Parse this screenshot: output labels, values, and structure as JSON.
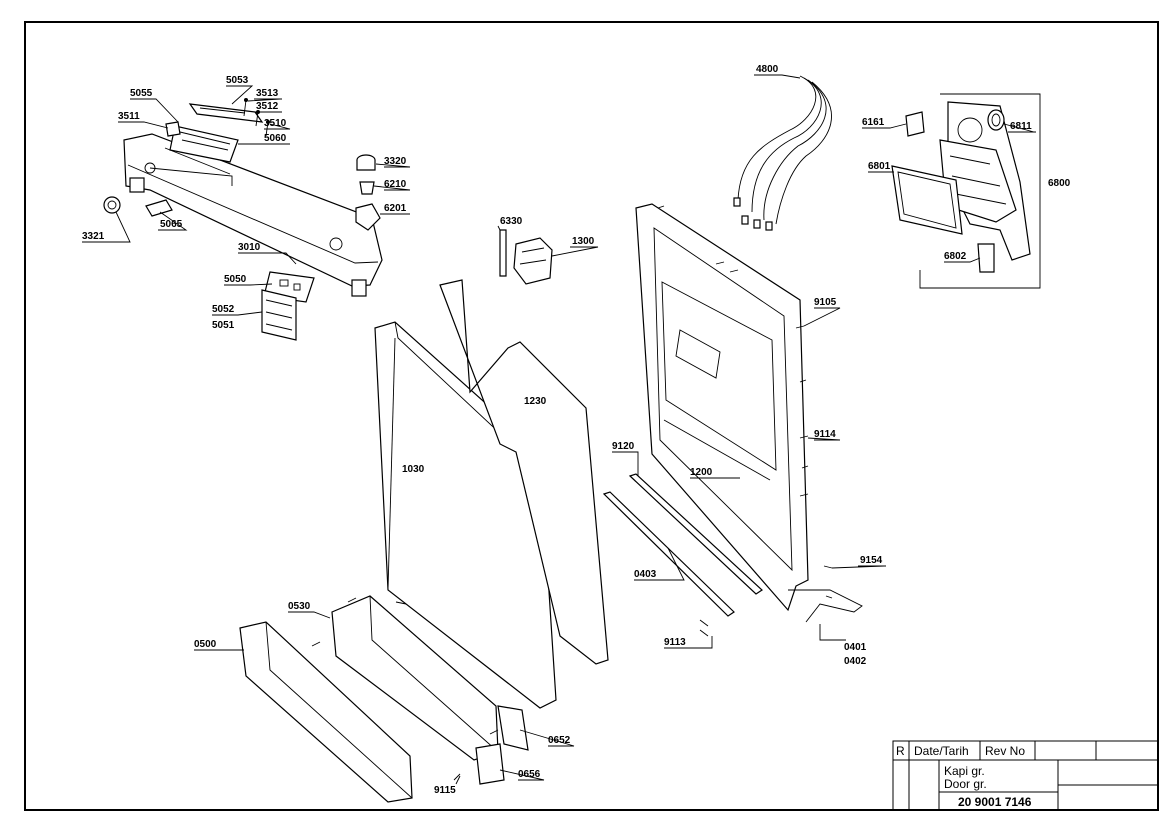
{
  "labels": {
    "l5053": "5053",
    "l3513": "3513",
    "l3512": "3512",
    "l5055": "5055",
    "l3511": "3511",
    "l3510": "3510",
    "l5060": "5060",
    "l3320": "3320",
    "l6210": "6210",
    "l6201": "6201",
    "l3321": "3321",
    "l5065": "5065",
    "l3010": "3010",
    "l5050": "5050",
    "l5052": "5052",
    "l5051": "5051",
    "l6330": "6330",
    "l1300": "1300",
    "l1230": "1230",
    "l1030": "1030",
    "l4800": "4800",
    "l6161": "6161",
    "l6811": "6811",
    "l6801": "6801",
    "l6800": "6800",
    "l6802": "6802",
    "l9105": "9105",
    "l9114": "9114",
    "l9120": "9120",
    "l1200": "1200",
    "l9154": "9154",
    "l0403": "0403",
    "l0401": "0401",
    "l0402": "0402",
    "l9113": "9113",
    "l0530": "0530",
    "l0500": "0500",
    "l0652": "0652",
    "l0656": "0656",
    "l9115": "9115"
  },
  "title_block": {
    "r": "R",
    "date": "Date/Tarih",
    "rev": "Rev No",
    "name_tr": "Kapi gr.",
    "name_en": "Door gr.",
    "number": "20 9001 7146"
  }
}
